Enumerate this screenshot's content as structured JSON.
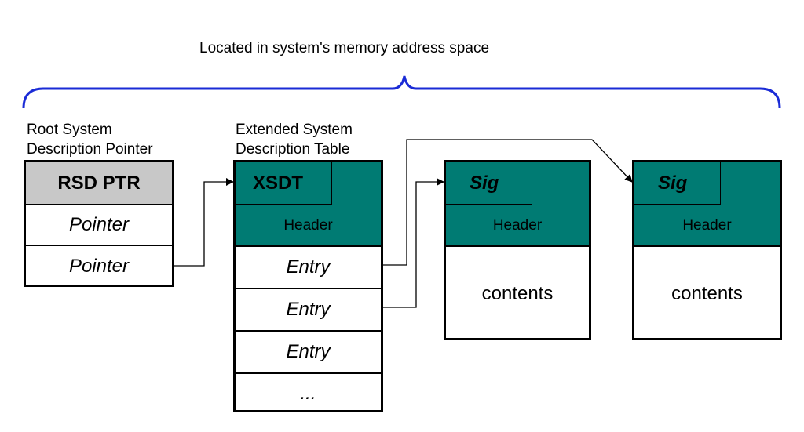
{
  "top_label": "Located in system's memory address space",
  "rsdp": {
    "caption_line1": "Root System",
    "caption_line2": "Description Pointer",
    "title": "RSD PTR",
    "rows": [
      "Pointer",
      "Pointer"
    ]
  },
  "xsdt": {
    "caption_line1": "Extended System",
    "caption_line2": "Description Table",
    "title": "XSDT",
    "header": "Header",
    "entries": [
      "Entry",
      "Entry",
      "Entry",
      "..."
    ]
  },
  "tables": [
    {
      "sig": "Sig",
      "header": "Header",
      "contents": "contents"
    },
    {
      "sig": "Sig",
      "header": "Header",
      "contents": "contents"
    }
  ],
  "colors": {
    "brace": "#1a2bd6",
    "teal": "#007b73",
    "grey": "#c8c8c8"
  }
}
